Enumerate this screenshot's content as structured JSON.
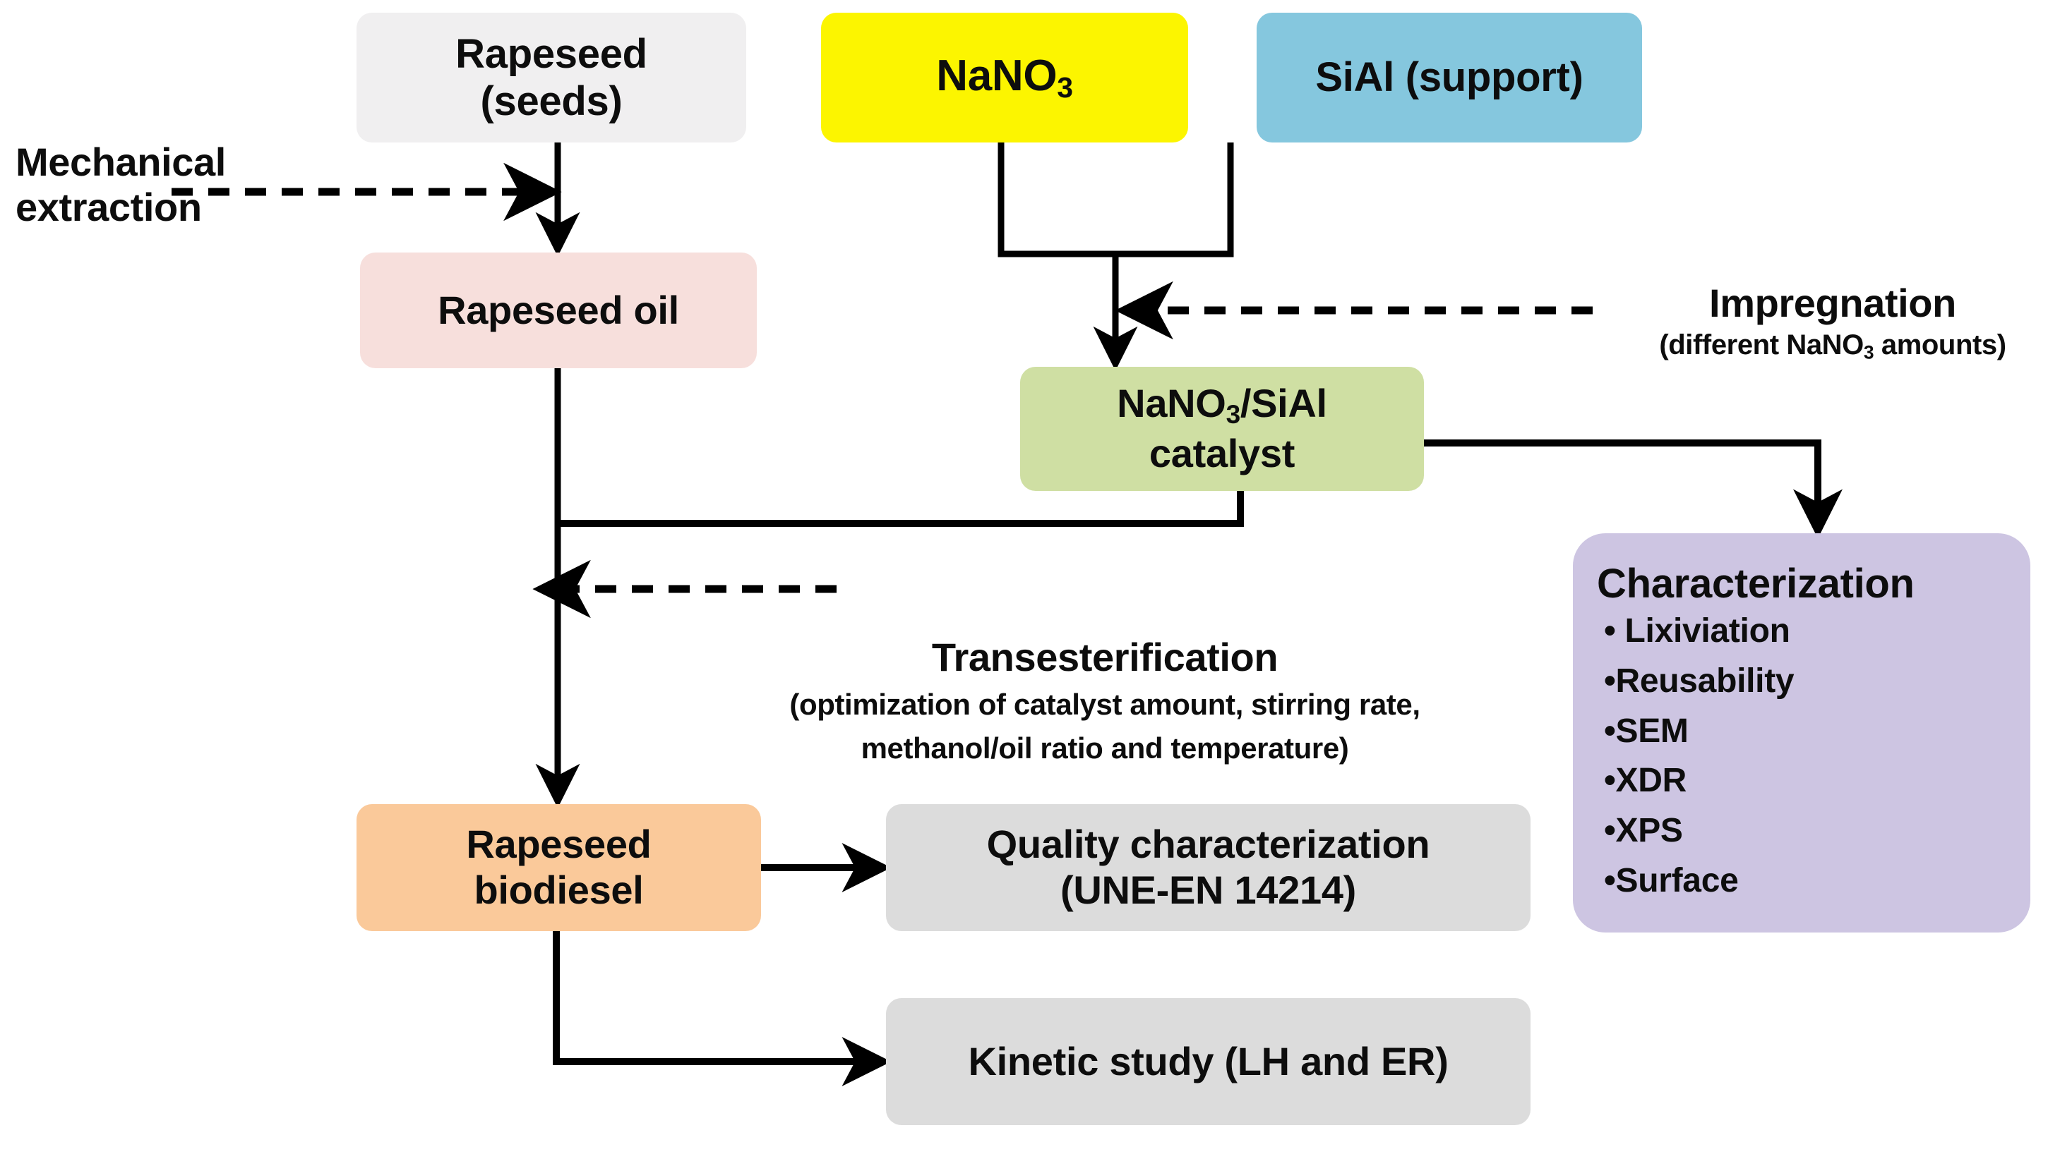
{
  "diagram": {
    "title": "Biodiesel production process flow diagram",
    "nodes": {
      "rapeseed_seeds": {
        "line1": "Rapeseed",
        "line2": "(seeds)",
        "color": "#f0eff0"
      },
      "nano3": {
        "label": "NaNO",
        "sub": "3",
        "color": "#fcf500"
      },
      "sial": {
        "label": "SiAl (support)",
        "color": "#85c7de"
      },
      "rapeseed_oil": {
        "label": "Rapeseed oil",
        "color": "#f7dfdc"
      },
      "catalyst": {
        "line1_a": "NaNO",
        "line1_sub": "3",
        "line1_b": "/SiAl",
        "line2": "catalyst",
        "color": "#cfdfa3"
      },
      "characterization": {
        "title": "Characterization",
        "items": [
          "• Lixiviation",
          "•Reusability",
          "•SEM",
          "•XDR",
          "•XPS",
          "•Surface"
        ],
        "color": "#cdc5e2"
      },
      "biodiesel": {
        "line1": "Rapeseed",
        "line2": "biodiesel",
        "color": "#fac99a"
      },
      "quality": {
        "line1": "Quality characterization",
        "line2": "(UNE-EN 14214)",
        "color": "#dcdcdc"
      },
      "kinetic": {
        "label": "Kinetic study (LH and ER)",
        "color": "#dcdcdc"
      }
    },
    "labels": {
      "mechanical_extraction": {
        "line1": "Mechanical",
        "line2": "extraction"
      },
      "impregnation": {
        "title": "Impregnation",
        "sub_a": "(different NaNO",
        "sub_sub": "3",
        "sub_b": " amounts)"
      },
      "transesterification": {
        "title": "Transesterification",
        "sub_line1": "(optimization of catalyst amount, stirring rate,",
        "sub_line2": "methanol/oil ratio and temperature)"
      }
    },
    "edges": [
      {
        "name": "seeds-to-oil",
        "style": "solid",
        "from": "rapeseed_seeds",
        "to": "rapeseed_oil"
      },
      {
        "name": "mechanical-extraction-hint",
        "style": "dashed",
        "from": "mechanical_extraction",
        "to": "seeds-to-oil"
      },
      {
        "name": "nano3-sial-merge",
        "style": "solid",
        "from": [
          "nano3",
          "sial"
        ],
        "to": "catalyst"
      },
      {
        "name": "impregnation-hint",
        "style": "dashed",
        "from": "impregnation",
        "to": "nano3-sial-merge"
      },
      {
        "name": "catalyst-to-transesterification",
        "style": "solid",
        "from": "catalyst",
        "to": "oil-column"
      },
      {
        "name": "catalyst-to-characterization",
        "style": "solid",
        "from": "catalyst",
        "to": "characterization"
      },
      {
        "name": "oil-to-biodiesel",
        "style": "solid",
        "from": "rapeseed_oil",
        "to": "biodiesel"
      },
      {
        "name": "transesterification-hint",
        "style": "dashed",
        "from": "transesterification",
        "to": "oil-to-biodiesel"
      },
      {
        "name": "biodiesel-to-quality",
        "style": "solid",
        "from": "biodiesel",
        "to": "quality"
      },
      {
        "name": "biodiesel-to-kinetic",
        "style": "solid",
        "from": "biodiesel",
        "to": "kinetic"
      }
    ],
    "colors": {
      "stroke": "#000000",
      "background": "#ffffff",
      "text": "#0d0d0d"
    }
  }
}
